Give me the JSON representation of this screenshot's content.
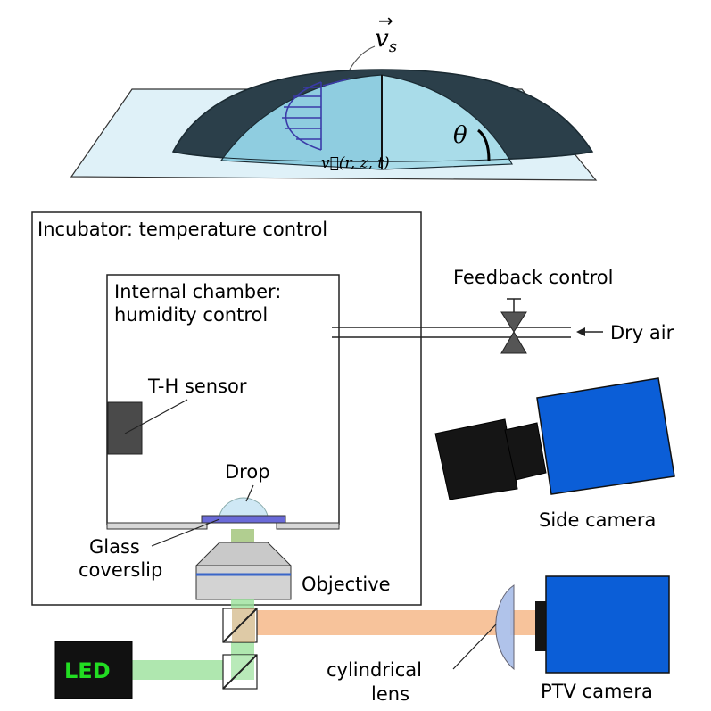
{
  "drop_diagram": {
    "surface_velocity_label": "v⃗s",
    "surface_velocity_base": "v",
    "surface_velocity_sub": "s",
    "contact_angle_label": "θ",
    "velocity_field_label": "v⃗(r, z, t)"
  },
  "setup": {
    "incubator_label": "Incubator: temperature control",
    "chamber_label_line1": "Internal chamber:",
    "chamber_label_line2": "humidity control",
    "feedback_label": "Feedback control",
    "dry_air_label": "Dry air",
    "sensor_label": "T-H sensor",
    "drop_label": "Drop",
    "coverslip_label_line1": "Glass",
    "coverslip_label_line2": "coverslip",
    "objective_label": "Objective",
    "led_label": "LED",
    "lens_label_line1": "cylindrical",
    "lens_label_line2": "lens",
    "side_camera_label": "Side camera",
    "ptv_camera_label": "PTV camera"
  },
  "colors": {
    "drop_dark": "#2b3f4a",
    "drop_light": "#a9dce9",
    "substrate": "#dff1f8",
    "velocity_arrows": "#3a3aa8",
    "camera_blue": "#0b5ed7",
    "camera_black": "#151515",
    "led_box": "#111111",
    "led_text": "#22dd22",
    "green_beam": "#9be19b",
    "orange_beam": "#f6b88a",
    "coverslip": "#6a6ad8",
    "sensor": "#4a4a4a"
  }
}
